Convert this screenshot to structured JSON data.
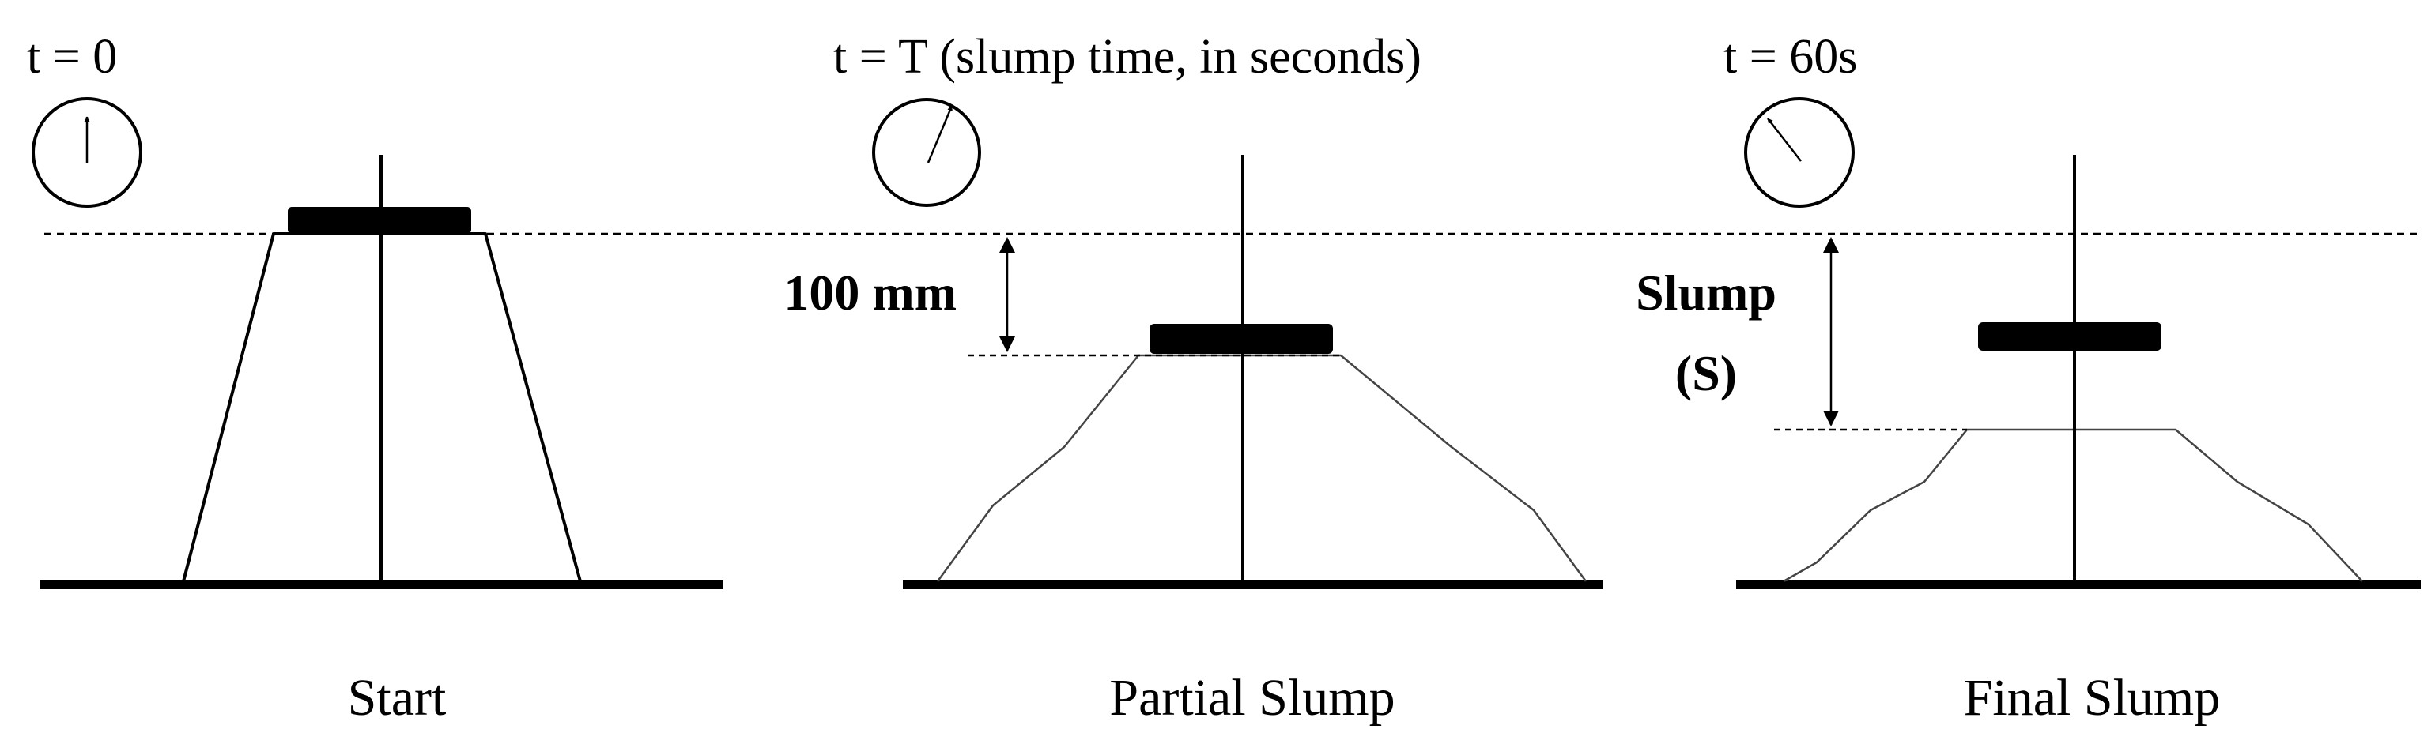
{
  "panels": [
    {
      "id": "start",
      "time_label": "t = 0",
      "caption": "Start",
      "clock_hand": "up"
    },
    {
      "id": "partial",
      "time_label": "t = T (slump time, in seconds)",
      "caption": "Partial Slump",
      "clock_hand": "slightly-right"
    },
    {
      "id": "final",
      "time_label": "t = 60s",
      "caption": "Final Slump",
      "clock_hand": "upper-left"
    }
  ],
  "annotations": {
    "partial_drop": "100 mm",
    "slump_line1": "Slump",
    "slump_line2": "(S)"
  },
  "icons": [
    "clock-icon",
    "double-arrow-icon"
  ]
}
